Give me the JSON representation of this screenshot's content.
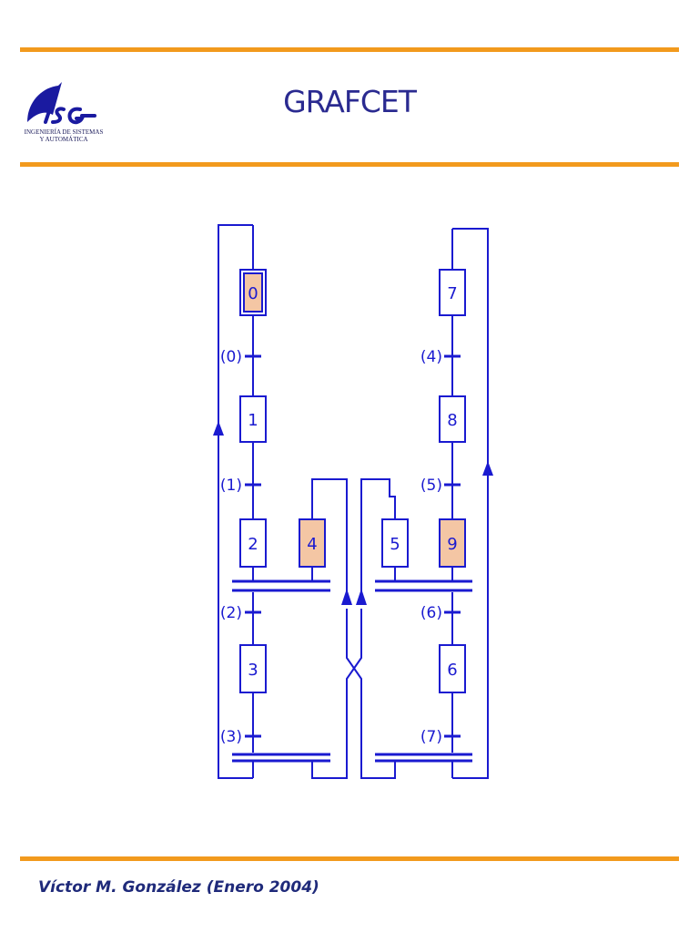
{
  "header": {
    "title": "GRAFCET"
  },
  "logo": {
    "mark": "ISA",
    "line1": "INGENIERÍA DE SISTEMAS",
    "line2": "Y AUTOMÁTICA"
  },
  "footer": {
    "author": "Víctor M. González (Enero 2004)"
  },
  "colors": {
    "rule": "#f29a1d",
    "diagram": "#1a1ad0",
    "active_step": "#f4c6a4",
    "title": "#2a2a90"
  },
  "diagram": {
    "steps": [
      {
        "label": "0",
        "active": true,
        "initial": true
      },
      {
        "label": "1",
        "active": false,
        "initial": false
      },
      {
        "label": "2",
        "active": false,
        "initial": false
      },
      {
        "label": "3",
        "active": false,
        "initial": false
      },
      {
        "label": "4",
        "active": true,
        "initial": false
      },
      {
        "label": "5",
        "active": false,
        "initial": false
      },
      {
        "label": "6",
        "active": false,
        "initial": false
      },
      {
        "label": "7",
        "active": false,
        "initial": false
      },
      {
        "label": "8",
        "active": false,
        "initial": false
      },
      {
        "label": "9",
        "active": true,
        "initial": false
      }
    ],
    "transitions": [
      {
        "label": "(0)"
      },
      {
        "label": "(1)"
      },
      {
        "label": "(2)"
      },
      {
        "label": "(3)"
      },
      {
        "label": "(4)"
      },
      {
        "label": "(5)"
      },
      {
        "label": "(6)"
      },
      {
        "label": "(7)"
      }
    ]
  }
}
